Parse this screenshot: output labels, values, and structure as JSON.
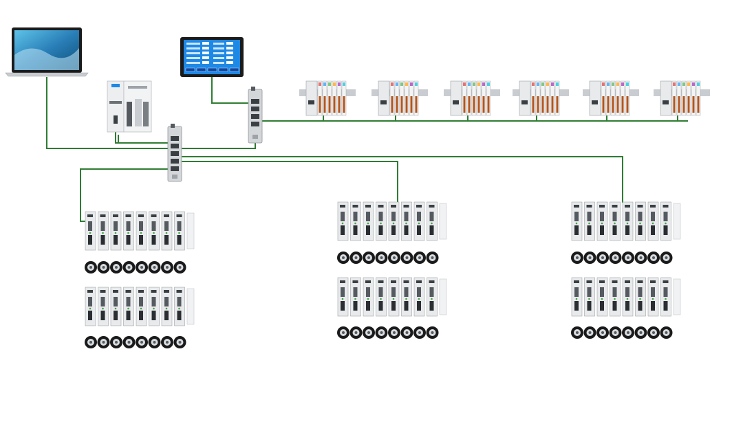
{
  "diagram": {
    "description_free": true,
    "colors": {
      "background": "#ffffff",
      "network_cable": "#2e7d32",
      "device_light": "#e8eaec",
      "device_mid": "#c9ccd0",
      "device_dark": "#555a60",
      "screen_blue": "#1e88e5",
      "hmi_bezel": "#1b1b1b",
      "terminal_orange": "#b5551d",
      "motor_black": "#1a1a1a"
    },
    "icons": {
      "laptop": "laptop-icon",
      "hmi": "hmi-touchscreen-icon",
      "controller": "plc-controller-icon",
      "switch_main": "ethernet-switch-icon",
      "switch_io": "ethernet-switch-icon",
      "io_module": "remote-io-module-icon",
      "servo_drive": "servo-drive-icon",
      "servo_motor": "servo-motor-icon"
    },
    "counts": {
      "io_stations": 6,
      "servo_groups": 3,
      "drive_rows_per_group": 2,
      "drives_per_row": 8,
      "motors_per_row": 8
    }
  }
}
